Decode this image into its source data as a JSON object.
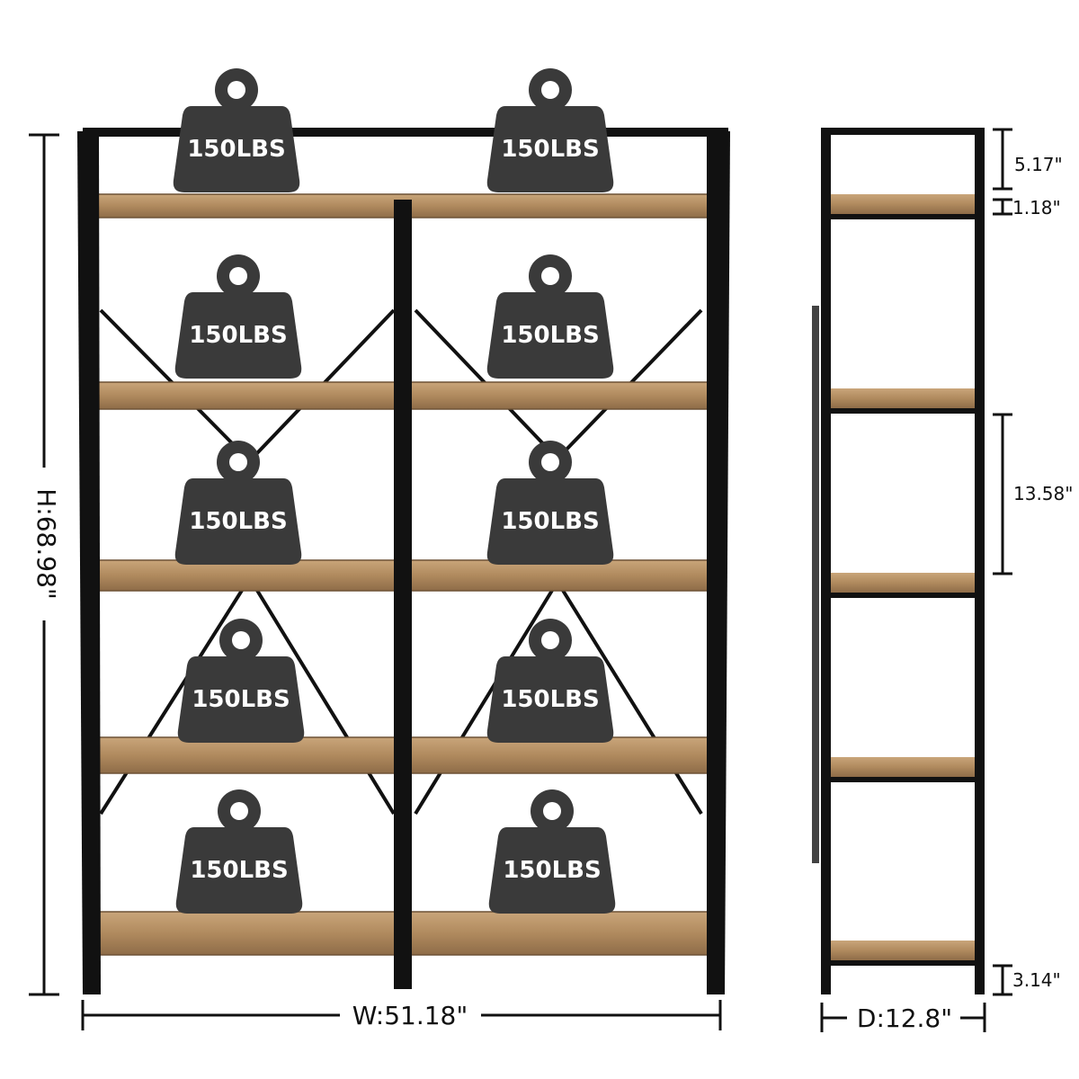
{
  "weights": {
    "label": "150LBS",
    "count": 10
  },
  "dimensions": {
    "height": "H:68.98\"",
    "width": "W:51.18\"",
    "depth": "D:12.8\"",
    "top_gap": "5.17\"",
    "shelf_thickness": "1.18\"",
    "shelf_spacing": "13.58\"",
    "foot_clearance": "3.14\""
  },
  "colors": {
    "frame": "#111111",
    "shelf_wood": "#b58e62",
    "shelf_wood_edge": "#8f6c46",
    "weight_fill": "#3a3a3a",
    "background": "#ffffff"
  }
}
